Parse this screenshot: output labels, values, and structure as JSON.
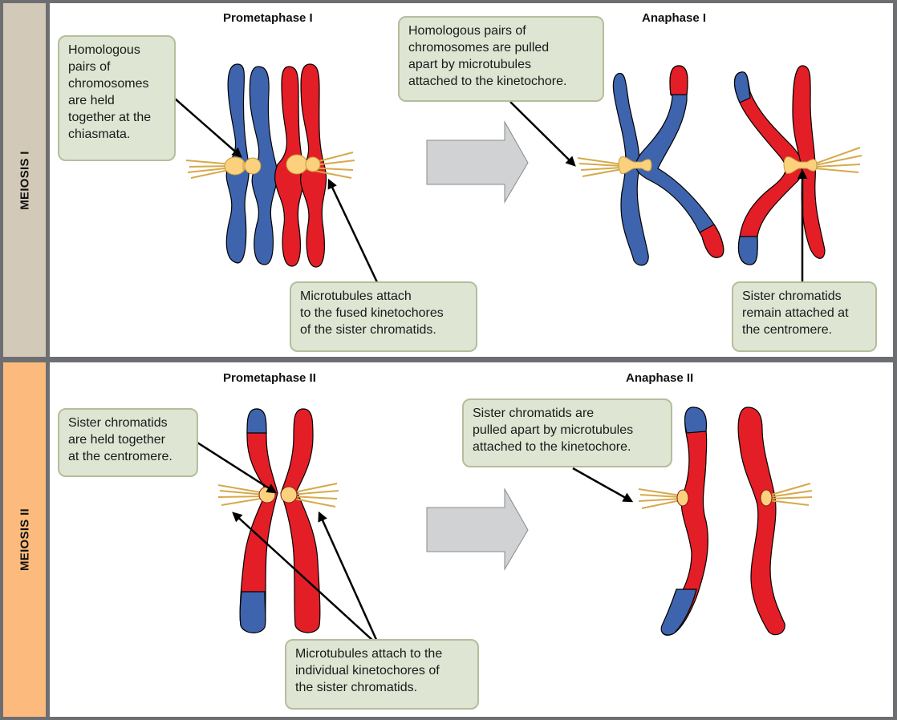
{
  "rows": [
    {
      "label": "MEIOSIS I",
      "label_color": "#d3c9b9",
      "stages": [
        {
          "title": "Prometaphase I"
        },
        {
          "title": "Anaphase I"
        }
      ],
      "callouts": [
        "Homologous\npairs of\nchromosomes\nare held\ntogether at the\nchiasmata.",
        "Microtubules attach\nto the fused kinetochores\nof the sister chromatids.",
        "Homologous pairs of\nchromosomes are pulled\napart by microtubules\nattached to the kinetochore.",
        "Sister chromatids\nremain attached at\nthe centromere."
      ]
    },
    {
      "label": "MEIOSIS II",
      "label_color": "#fcbb7c",
      "stages": [
        {
          "title": "Prometaphase II"
        },
        {
          "title": "Anaphase II"
        }
      ],
      "callouts": [
        "Sister chromatids\nare held together\nat the centromere.",
        "Microtubules attach to the\nindividual kinetochores of\nthe sister chromatids.",
        "Sister chromatids are\npulled apart by microtubules\nattached to the kinetochore."
      ]
    }
  ],
  "colors": {
    "frame": "#6d6e71",
    "maternal_chromosome": "#3e64ae",
    "paternal_chromosome": "#e41e26",
    "kinetochore": "#fbd17d",
    "microtubule": "#d6a94a",
    "callout_bg": "#dfe5d3",
    "callout_border": "#b5bd9d",
    "progress_arrow": "#d1d2d4"
  }
}
